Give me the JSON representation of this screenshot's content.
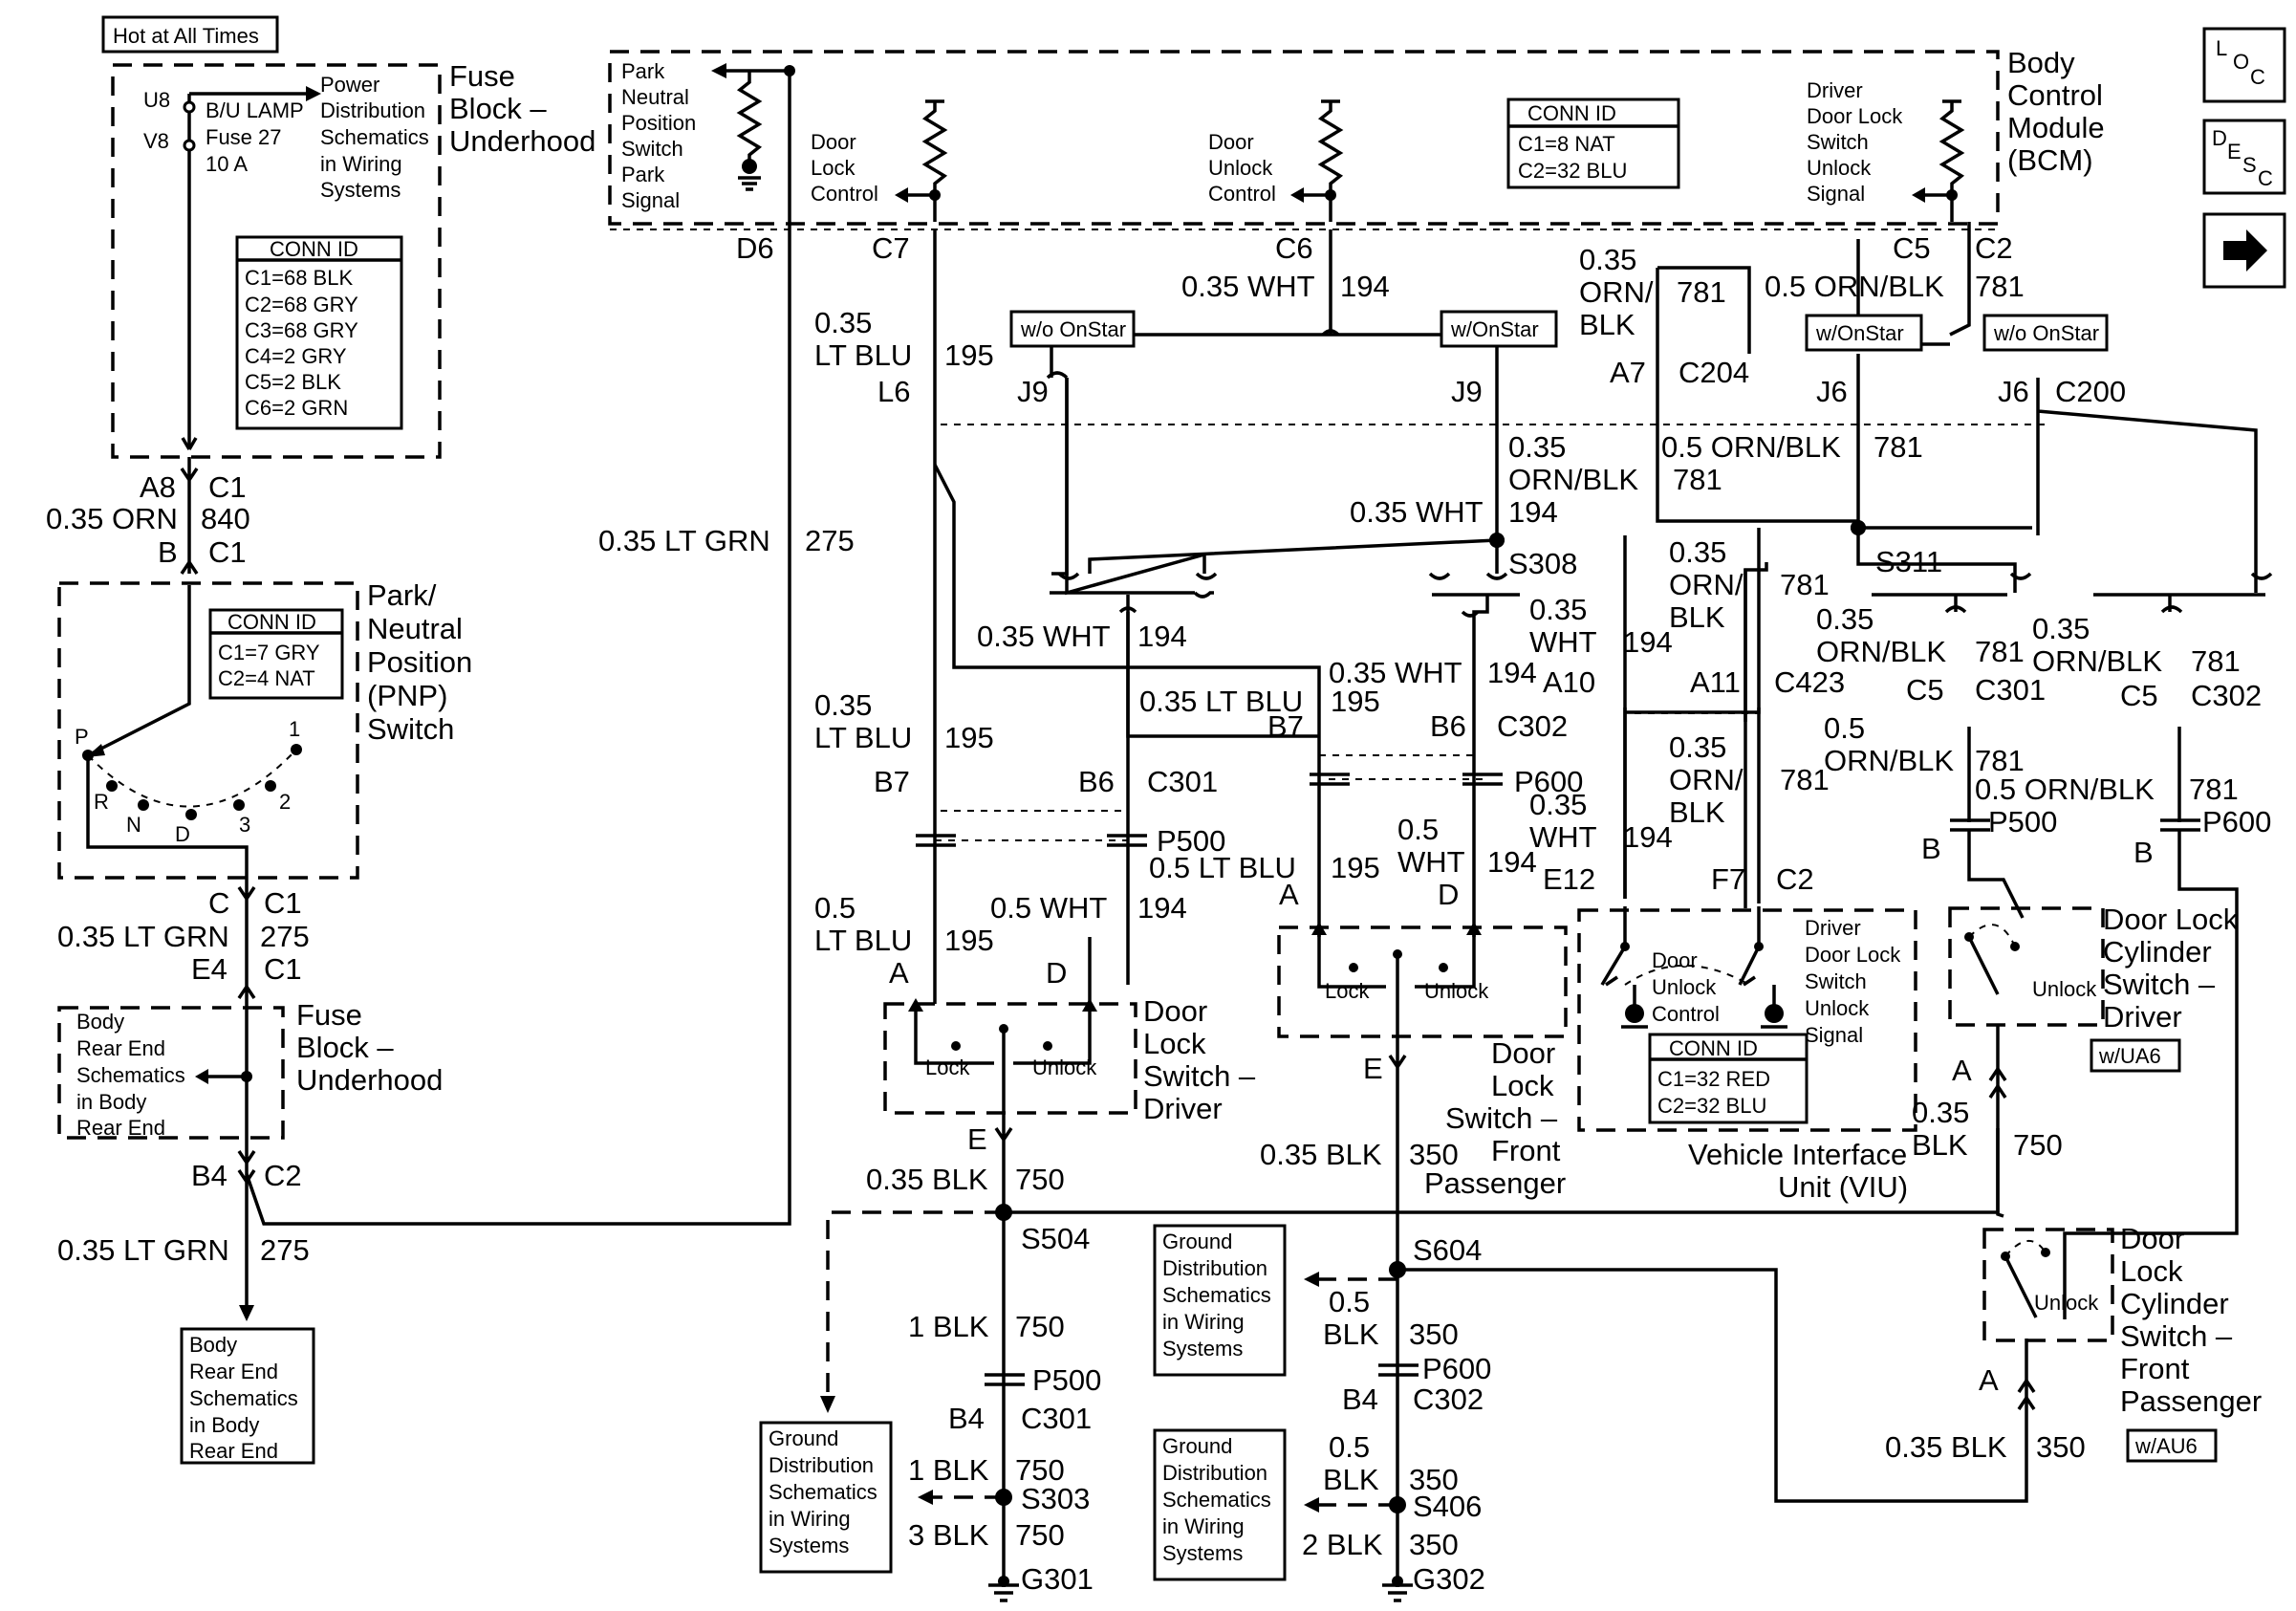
{
  "hot": "Hot at All Times",
  "fuse": {
    "u8": "U8",
    "v8": "V8",
    "bu": "B/U LAMP",
    "fuse27": "Fuse 27",
    "amps": "10 A",
    "pd": [
      "Power",
      "Distribution",
      "Schematics",
      "in Wiring",
      "Systems"
    ],
    "title": [
      "Fuse",
      "Block –",
      "Underhood"
    ],
    "conn_title": "CONN ID",
    "conn": [
      "C1=68 BLK",
      "C2=68 GRY",
      "C3=68 GRY",
      "C4=2 GRY",
      "C5=2 BLK",
      "C6=2 GRN"
    ]
  },
  "left": {
    "a8": "A8",
    "c1a": "C1",
    "w1": "0.35 ORN",
    "n840": "840",
    "b": "B",
    "c1b": "C1",
    "pnp_title": [
      "Park/",
      "Neutral",
      "Position",
      "(PNP)",
      "Switch"
    ],
    "pnp_conn_title": "CONN ID",
    "pnp_conn": [
      "C1=7 GRY",
      "C2=4 NAT"
    ],
    "pos": [
      "P",
      "R",
      "N",
      "D",
      "3",
      "2",
      "1"
    ],
    "c": "C",
    "c1c": "C1",
    "w2": "0.35 LT GRN",
    "n275a": "275",
    "e4": "E4",
    "c1d": "C1",
    "body": [
      "Body",
      "Rear End",
      "Schematics",
      "in Body",
      "Rear End"
    ],
    "fuse2": [
      "Fuse",
      "Block –",
      "Underhood"
    ],
    "b4": "B4",
    "c2": "C2",
    "w3": "0.35 LT GRN",
    "n275b": "275",
    "body2": [
      "Body",
      "Rear End",
      "Schematics",
      "in Body",
      "Rear End"
    ],
    "w4": "0.35 LT GRN",
    "n275c": "275"
  },
  "bcm": {
    "title": [
      "Body",
      "Control",
      "Module",
      "(BCM)"
    ],
    "pnps": [
      "Park",
      "Neutral",
      "Position",
      "Switch",
      "Park",
      "Signal"
    ],
    "dlc": [
      "Door",
      "Lock",
      "Control"
    ],
    "duc": [
      "Door",
      "Unlock",
      "Control"
    ],
    "ddl": [
      "Driver",
      "Door Lock",
      "Switch",
      "Unlock",
      "Signal"
    ],
    "conn_title": "CONN ID",
    "conn": [
      "C1=8 NAT",
      "C2=32 BLU"
    ],
    "d6": "D6",
    "c7": "C7",
    "c6": "C6",
    "c5": "C5",
    "c2": "C2"
  },
  "mid": {
    "lb035": "0.35",
    "ltblu": "LT BLU",
    "n195": "195",
    "l6": "L6",
    "wht035": "0.35 WHT",
    "n194": "194",
    "wo1": "w/o OnStar",
    "w1": "w/OnStar",
    "w2": "w/OnStar",
    "wo2": "w/o OnStar",
    "j9a": "J9",
    "j9b": "J9",
    "orn035": "0.35",
    "orn": "ORN/",
    "blk": "BLK",
    "n781": "781",
    "obk05": "0.5 ORN/BLK",
    "n781b": "781",
    "a7": "A7",
    "c204": "C204",
    "j6a": "J6",
    "j6b": "J6",
    "c200": "C200",
    "oblk035": "0.35",
    "oblk": "ORN/BLK",
    "n194b": "194",
    "wht035b": "0.35 WHT",
    "ob05": "0.5 ORN/BLK",
    "n781c": "781",
    "n781d": "781",
    "s308": "S308",
    "s311": "S311",
    "wht035c": "0.35 WHT",
    "n194c": "194",
    "wht2a": "0.35",
    "wht2b": "WHT",
    "n194d": "194",
    "orn3a": "0.35",
    "orn3b": "ORN/",
    "orn3c": "BLK",
    "n781e": "781",
    "ob3a": "0.35",
    "ob3b": "ORN/BLK",
    "n781f": "781",
    "c5a": "C5",
    "c301a": "C301",
    "ob4a": "0.35",
    "ob4b": "ORN/BLK",
    "n781g": "781",
    "c5b": "C5",
    "c302a": "C302",
    "lb2a": "0.35",
    "lb2b": "LT BLU",
    "n195b": "195",
    "wht4": "0.35 WHT",
    "n194e": "194",
    "ltblu4": "0.35 LT BLU",
    "n195c": "195",
    "a10": "A10",
    "a11": "A11",
    "c423": "C423",
    "b7a": "B7",
    "b6a": "B6",
    "c301b": "C301",
    "b7b": "B7",
    "b6b": "B6",
    "c302b": "C302",
    "p500a": "P500",
    "p600a": "P600",
    "ob5a": "0.5",
    "ob5b": "ORN/BLK",
    "n781h": "781",
    "orn6a": "0.35",
    "orn6b": "ORN/",
    "orn6c": "BLK",
    "n781i": "781",
    "wht6a": "0.35",
    "wht6b": "WHT",
    "n194f": "194",
    "ob7": "0.5 ORN/BLK",
    "n781j": "781",
    "p500b": "P500",
    "p600b": "P600",
    "bb1": "B",
    "bb2": "B",
    "lb5a": "0.5",
    "lb5b": "LT BLU",
    "n195d": "195",
    "wht5": "0.5 WHT",
    "n194g": "194",
    "lb6": "0.5 LT BLU",
    "n195e": "195",
    "wht7a": "0.5",
    "wht7b": "WHT",
    "n194h": "194",
    "a1": "A",
    "d1": "D",
    "a2": "A",
    "d2": "D",
    "e12": "E12",
    "f7": "F7",
    "c2b": "C2"
  },
  "switches": {
    "lock": "Lock",
    "unlock": "Unlock",
    "dls_driver": [
      "Door",
      "Lock",
      "Switch –",
      "Driver"
    ],
    "dls_pass": [
      "Door",
      "Lock",
      "Switch –",
      "Front",
      "Passenger"
    ],
    "viu_duc": [
      "Door",
      "Unlock",
      "Control"
    ],
    "viu_ddl": [
      "Driver",
      "Door Lock",
      "Switch",
      "Unlock",
      "Signal"
    ],
    "viu_conn_title": "CONN ID",
    "viu_conn": [
      "C1=32 RED",
      "C2=32 BLU"
    ],
    "viu": [
      "Vehicle Interface",
      "Unit (VIU)"
    ],
    "dlc_driver": [
      "Door Lock",
      "Cylinder",
      "Switch –",
      "Driver"
    ],
    "ua6": "w/UA6",
    "dlc_pass": [
      "Door",
      "Lock",
      "Cylinder",
      "Switch –",
      "Front",
      "Passenger"
    ],
    "au6": "w/AU6"
  },
  "bottom": {
    "e1": "E",
    "e2": "E",
    "blk1": "0.35 BLK",
    "n750a": "750",
    "blk2": "0.35 BLK",
    "n350a": "350",
    "s504": "S504",
    "s604": "S604",
    "a3": "A",
    "blk3a": "0.35",
    "blk3b": "BLK",
    "n750b": "750",
    "gd1": [
      "Ground",
      "Distribution",
      "Schematics",
      "in Wiring",
      "Systems"
    ],
    "gd2": [
      "Ground",
      "Distribution",
      "Schematics",
      "in Wiring",
      "Systems"
    ],
    "gd3": [
      "Ground",
      "Distribution",
      "Schematics",
      "in Wiring",
      "Systems"
    ],
    "blk4": "1 BLK",
    "n750c": "750",
    "p500": "P500",
    "b4a": "B4",
    "c301": "C301",
    "blk5": "1 BLK",
    "n750d": "750",
    "s303": "S303",
    "blk6": "3 BLK",
    "n750e": "750",
    "g301": "G301",
    "blk7a": "0.5",
    "blk7b": "BLK",
    "n350b": "350",
    "p600": "P600",
    "b4b": "B4",
    "c302": "C302",
    "blk8a": "0.5",
    "blk8b": "BLK",
    "n350c": "350",
    "s406": "S406",
    "blk9": "2 BLK",
    "n350d": "350",
    "g302": "G302",
    "a4": "A",
    "blk10": "0.35 BLK",
    "n350e": "350"
  },
  "nav": {
    "loc": [
      "L",
      "O",
      "C"
    ],
    "desc": [
      "D",
      "E",
      "S",
      "C"
    ]
  }
}
